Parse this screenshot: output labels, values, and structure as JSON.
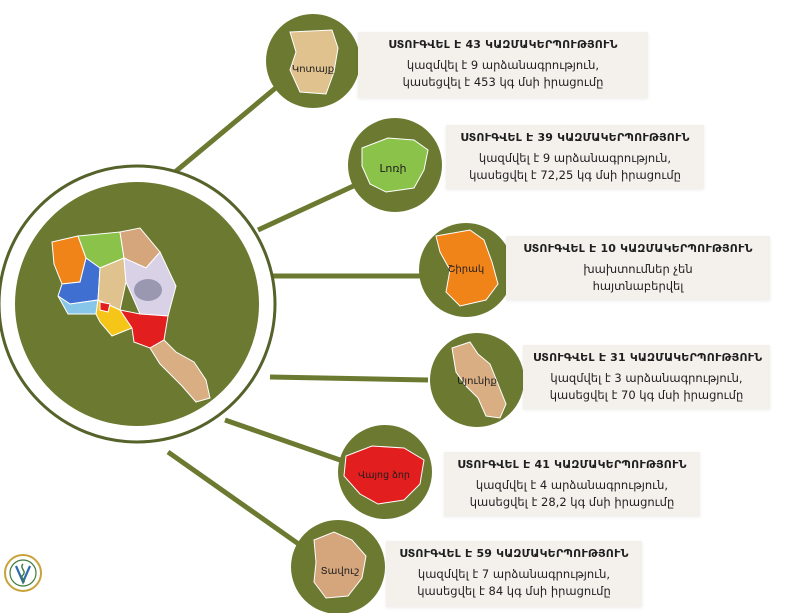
{
  "colors": {
    "disc_green": "#6b7a30",
    "ring_white": "#ffffff",
    "ring_outline": "#55622a",
    "card_bg": "#f4f1ed",
    "region_kotayk": "#e0c28e",
    "region_lori": "#8bc34a",
    "region_shirak": "#f08418",
    "region_syunik": "#d8ae82",
    "region_vayots_dzor": "#e31e1e",
    "region_tavush": "#d5a57c"
  },
  "regions": [
    {
      "id": "kotayk",
      "name": "Կոտայք",
      "header": "ՍՏՈՒԳՎԵԼ Է 43 ԿԱԶՄԱԿԵՐՊՈՒԹՅՈՒՆ",
      "lines": [
        "կազմվել է 9 արձանագրություն,",
        "կասեցվել է 453 կգ մսի իրացումը"
      ]
    },
    {
      "id": "lori",
      "name": "Լոռի",
      "header": "ՍՏՈՒԳՎԵԼ Է 39 ԿԱԶՄԱԿԵՐՊՈՒԹՅՈՒՆ",
      "lines": [
        "կազմվել է 9 արձանագրություն,",
        "կասեցվել է 72,25 կգ մսի իրացումը"
      ]
    },
    {
      "id": "shirak",
      "name": "Շիրակ",
      "header": "ՍՏՈՒԳՎԵԼ Է 10 ԿԱԶՄԱԿԵՐՊՈՒԹՅՈՒՆ",
      "lines": [
        "խախտումներ չեն",
        "հայտնաբերվել"
      ]
    },
    {
      "id": "syunik",
      "name": "Սյունիք",
      "header": "ՍՏՈՒԳՎԵԼ Է 31 ԿԱԶՄԱԿԵՐՊՈՒԹՅՈՒՆ",
      "lines": [
        "կազմվել է 3 արձանագրություն,",
        "կասեցվել է 70 կգ մսի իրացումը"
      ]
    },
    {
      "id": "vayots",
      "name": "Վայոց ձոր",
      "header": "ՍՏՈՒԳՎԵԼ Է 41 ԿԱԶՄԱԿԵՐՊՈՒԹՅՈՒՆ",
      "lines": [
        "կազմվել է 4 արձանագրություն,",
        "կասեցվել է 28,2 կգ մսի իրացումը"
      ]
    },
    {
      "id": "tavush",
      "name": "Տավուշ",
      "header": "ՍՏՈՒԳՎԵԼ Է 59 ԿԱԶՄԱԿԵՐՊՈՒԹՅՈՒՆ",
      "lines": [
        "կազմվել է 7 արձանագրություն,",
        "կասեցվել է 84 կգ մսի իրացումը"
      ]
    }
  ],
  "icons": {
    "logo": "veterinary-logo-icon"
  }
}
